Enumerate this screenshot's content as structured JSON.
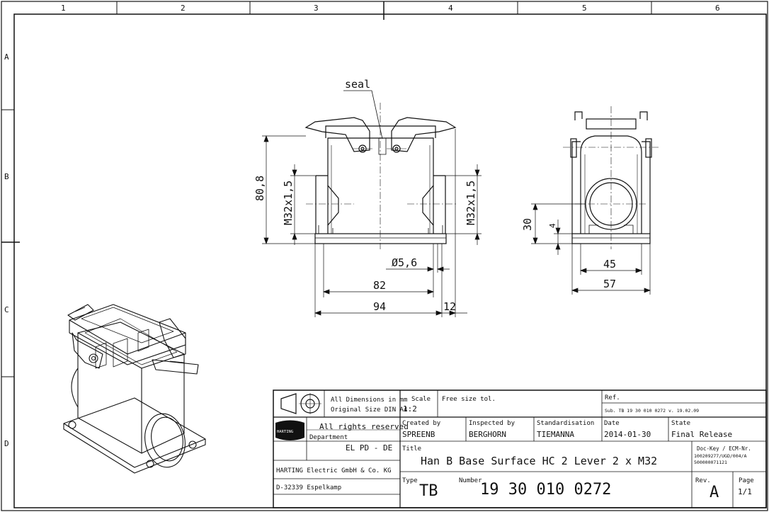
{
  "frame": {
    "columns": [
      "1",
      "2",
      "3",
      "4",
      "5",
      "6"
    ],
    "rows": [
      "A",
      "B",
      "C",
      "D"
    ]
  },
  "drawing": {
    "seal_label": "seal",
    "front_view": {
      "height": "80,8",
      "thread_left": "M32x1,5",
      "thread_right": "M32x1,5",
      "hole_dia": "Ø5,6",
      "width_inner": "82",
      "width_outer": "94",
      "flange": "12"
    },
    "side_view": {
      "height": "30",
      "small": "4",
      "width_inner": "45",
      "width_outer": "57"
    }
  },
  "title_block": {
    "dims_line1": "All Dimensions in mm",
    "dims_line2": "Original Size DIN A4",
    "scale_label": "Scale",
    "scale_value": "1:2",
    "tol_label": "Free size tol.",
    "ref_label": "Ref.",
    "ref_value": "Sub. TB 19 30 010 0272 v. 19.02.09",
    "rights": "All rights reserved",
    "logo_text": "HARTING",
    "created_label": "Created by",
    "created_value": "SPREENB",
    "inspected_label": "Inspected by",
    "inspected_value": "BERGHORN",
    "standard_label": "Standardisation",
    "standard_value": "TIEMANNA",
    "date_label": "Date",
    "date_value": "2014-01-30",
    "state_label": "State",
    "state_value": "Final Release",
    "department_label": "Department",
    "department_value": "EL PD - DE",
    "title_label": "Title",
    "title_value": "Han B Base Surface HC 2 Lever 2 x M32",
    "dockey_label": "Doc-Key / ECM-Nr.",
    "dockey_line1": "100209277/UGD/004/A",
    "dockey_line2": "500000071121",
    "company": "HARTING Electric GmbH & Co. KG",
    "address": "D-32339 Espelkamp",
    "type_label": "Type",
    "type_value": "TB",
    "number_label": "Number",
    "number_value": "19 30 010 0272",
    "rev_label": "Rev.",
    "rev_value": "A",
    "page_label": "Page",
    "page_value": "1/1"
  }
}
